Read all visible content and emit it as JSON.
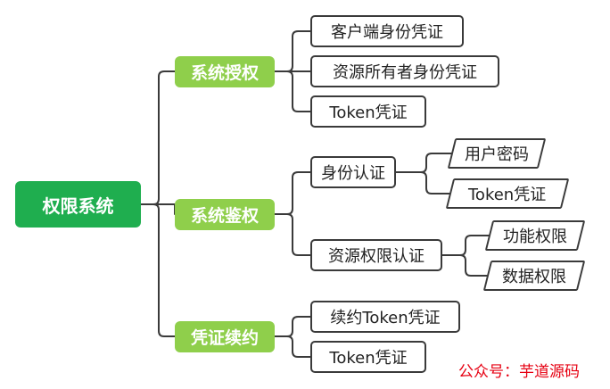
{
  "root": {
    "label": "权限系统"
  },
  "branches": {
    "auth": {
      "label": "系统授权",
      "children": [
        "客户端身份凭证",
        "资源所有者身份凭证",
        "Token凭证"
      ]
    },
    "verify": {
      "label": "系统鉴权",
      "identity": {
        "label": "身份认证",
        "children": [
          "用户密码",
          "Token凭证"
        ]
      },
      "resource": {
        "label": "资源权限认证",
        "children": [
          "功能权限",
          "数据权限"
        ]
      }
    },
    "renew": {
      "label": "凭证续约",
      "children": [
        "续约Token凭证",
        "Token凭证"
      ]
    }
  },
  "watermark": "公众号：芋道源码",
  "colors": {
    "root": "#1fae4f",
    "level1": "#8fcf4b",
    "line": "#3a3a3a",
    "watermark": "#e60012"
  }
}
